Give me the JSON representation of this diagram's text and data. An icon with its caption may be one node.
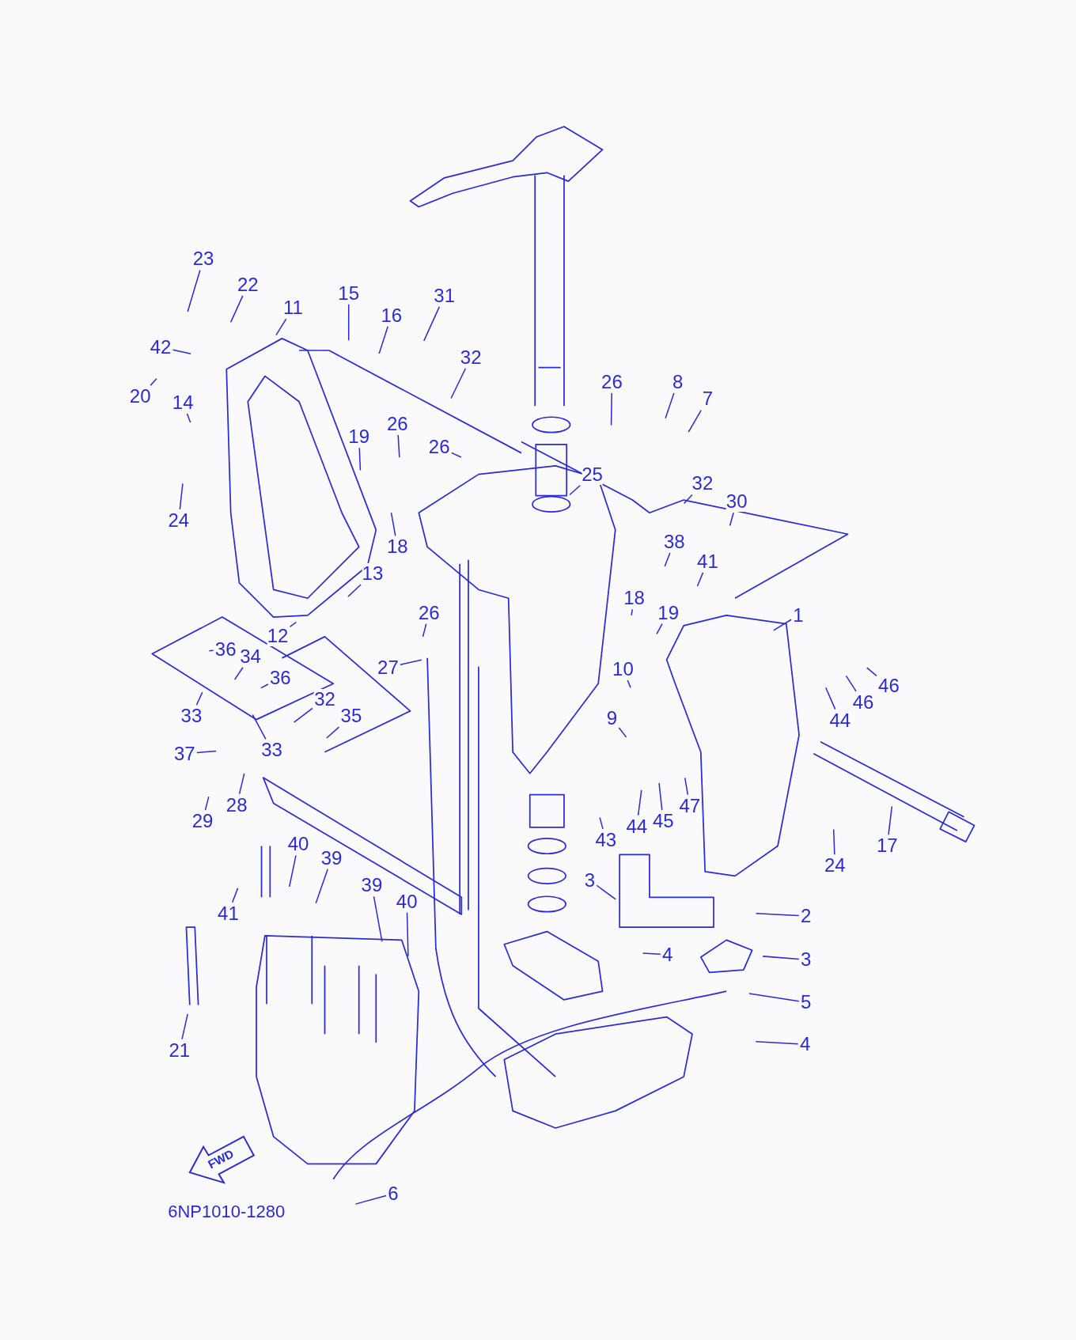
{
  "diagram": {
    "nodes": [
      {
        "text": [
          "23"
        ]
      },
      {
        "text": [
          "22"
        ]
      },
      {
        "text": [
          "11"
        ]
      },
      {
        "text": [
          "15"
        ]
      },
      {
        "text": [
          "16"
        ]
      },
      {
        "text": [
          "31"
        ]
      },
      {
        "text": [
          "32"
        ]
      },
      {
        "text": [
          "42"
        ]
      },
      {
        "text": [
          "20"
        ]
      },
      {
        "text": [
          "14"
        ]
      },
      {
        "text": [
          "19"
        ]
      },
      {
        "text": [
          "26"
        ]
      },
      {
        "text": [
          "26"
        ]
      },
      {
        "text": [
          "26"
        ]
      },
      {
        "text": [
          "8"
        ]
      },
      {
        "text": [
          "7"
        ]
      },
      {
        "text": [
          "24"
        ]
      },
      {
        "text": [
          "18"
        ]
      },
      {
        "text": [
          "25"
        ]
      },
      {
        "text": [
          "32"
        ]
      },
      {
        "text": [
          "30"
        ]
      },
      {
        "text": [
          "38"
        ]
      },
      {
        "text": [
          "41"
        ]
      },
      {
        "text": [
          "13"
        ]
      },
      {
        "text": [
          "12"
        ]
      },
      {
        "text": [
          "26"
        ]
      },
      {
        "text": [
          "18"
        ]
      },
      {
        "text": [
          "19"
        ]
      },
      {
        "text": [
          "1"
        ]
      },
      {
        "text": [
          "36"
        ]
      },
      {
        "text": [
          "34"
        ]
      },
      {
        "text": [
          "36"
        ]
      },
      {
        "text": [
          "27"
        ]
      },
      {
        "text": [
          "10"
        ]
      },
      {
        "text": [
          "44"
        ]
      },
      {
        "text": [
          "46"
        ]
      },
      {
        "text": [
          "46"
        ]
      },
      {
        "text": [
          "33"
        ]
      },
      {
        "text": [
          "32"
        ]
      },
      {
        "text": [
          "35"
        ]
      },
      {
        "text": [
          "33"
        ]
      },
      {
        "text": [
          "9"
        ]
      },
      {
        "text": [
          "37"
        ]
      },
      {
        "text": [
          "47"
        ]
      },
      {
        "text": [
          "28"
        ]
      },
      {
        "text": [
          "29"
        ]
      },
      {
        "text": [
          "43"
        ]
      },
      {
        "text": [
          "44"
        ]
      },
      {
        "text": [
          "45"
        ]
      },
      {
        "text": [
          "24"
        ]
      },
      {
        "text": [
          "17"
        ]
      },
      {
        "text": [
          "40"
        ]
      },
      {
        "text": [
          "39"
        ]
      },
      {
        "text": [
          "41"
        ]
      },
      {
        "text": [
          "39"
        ]
      },
      {
        "text": [
          "40"
        ]
      },
      {
        "text": [
          "3"
        ]
      },
      {
        "text": [
          "2"
        ]
      },
      {
        "text": [
          "4"
        ]
      },
      {
        "text": [
          "3"
        ]
      },
      {
        "text": [
          "5"
        ]
      },
      {
        "text": [
          "4"
        ]
      },
      {
        "text": [
          "21"
        ]
      },
      {
        "text": [
          "6"
        ]
      }
    ],
    "edges": [
      {
        "from": 0,
        "to": null,
        "arrow": "none"
      },
      {
        "from": 1,
        "to": null,
        "arrow": "none"
      },
      {
        "from": 2,
        "to": null,
        "arrow": "none"
      },
      {
        "from": 3,
        "to": null,
        "arrow": "none"
      },
      {
        "from": 4,
        "to": null,
        "arrow": "none"
      },
      {
        "from": 5,
        "to": null,
        "arrow": "none"
      },
      {
        "from": 6,
        "to": null,
        "arrow": "none"
      },
      {
        "from": 7,
        "to": null,
        "arrow": "none"
      },
      {
        "from": 8,
        "to": null,
        "arrow": "none"
      },
      {
        "from": 9,
        "to": null,
        "arrow": "none"
      },
      {
        "from": 10,
        "to": null,
        "arrow": "none"
      },
      {
        "from": 11,
        "to": null,
        "arrow": "none"
      },
      {
        "from": 12,
        "to": null,
        "arrow": "none"
      },
      {
        "from": 13,
        "to": null,
        "arrow": "none"
      },
      {
        "from": 14,
        "to": null,
        "arrow": "none"
      },
      {
        "from": 15,
        "to": null,
        "arrow": "none"
      },
      {
        "from": 16,
        "to": null,
        "arrow": "none"
      },
      {
        "from": 17,
        "to": null,
        "arrow": "none"
      },
      {
        "from": 18,
        "to": null,
        "arrow": "none"
      },
      {
        "from": 19,
        "to": null,
        "arrow": "none"
      },
      {
        "from": 20,
        "to": null,
        "arrow": "none"
      },
      {
        "from": 21,
        "to": null,
        "arrow": "none"
      },
      {
        "from": 22,
        "to": null,
        "arrow": "none"
      },
      {
        "from": 23,
        "to": null,
        "arrow": "none"
      },
      {
        "from": 24,
        "to": null,
        "arrow": "none"
      },
      {
        "from": 25,
        "to": null,
        "arrow": "none"
      },
      {
        "from": 26,
        "to": null,
        "arrow": "none"
      },
      {
        "from": 27,
        "to": null,
        "arrow": "none"
      },
      {
        "from": 28,
        "to": null,
        "arrow": "none"
      },
      {
        "from": 29,
        "to": null,
        "arrow": "none"
      },
      {
        "from": 30,
        "to": null,
        "arrow": "none"
      },
      {
        "from": 31,
        "to": null,
        "arrow": "none"
      },
      {
        "from": 32,
        "to": null,
        "arrow": "none"
      },
      {
        "from": 33,
        "to": null,
        "arrow": "none"
      },
      {
        "from": 34,
        "to": null,
        "arrow": "none"
      },
      {
        "from": 35,
        "to": null,
        "arrow": "none"
      },
      {
        "from": 36,
        "to": null,
        "arrow": "none"
      },
      {
        "from": 37,
        "to": null,
        "arrow": "none"
      },
      {
        "from": 38,
        "to": null,
        "arrow": "none"
      },
      {
        "from": 39,
        "to": null,
        "arrow": "none"
      },
      {
        "from": 40,
        "to": null,
        "arrow": "none"
      },
      {
        "from": 41,
        "to": null,
        "arrow": "none"
      },
      {
        "from": 42,
        "to": null,
        "arrow": "none"
      },
      {
        "from": 43,
        "to": null,
        "arrow": "none"
      },
      {
        "from": 44,
        "to": null,
        "arrow": "none"
      },
      {
        "from": 45,
        "to": null,
        "arrow": "none"
      },
      {
        "from": 46,
        "to": null,
        "arrow": "none"
      },
      {
        "from": 47,
        "to": null,
        "arrow": "none"
      },
      {
        "from": 48,
        "to": null,
        "arrow": "none"
      },
      {
        "from": 49,
        "to": null,
        "arrow": "none"
      },
      {
        "from": 50,
        "to": null,
        "arrow": "none"
      },
      {
        "from": 51,
        "to": null,
        "arrow": "none"
      },
      {
        "from": 52,
        "to": null,
        "arrow": "none"
      },
      {
        "from": 53,
        "to": null,
        "arrow": "none"
      },
      {
        "from": 54,
        "to": null,
        "arrow": "none"
      },
      {
        "from": 55,
        "to": null,
        "arrow": "none"
      },
      {
        "from": 56,
        "to": null,
        "arrow": "none"
      },
      {
        "from": 57,
        "to": null,
        "arrow": "none"
      },
      {
        "from": 58,
        "to": null,
        "arrow": "none"
      },
      {
        "from": 59,
        "to": null,
        "arrow": "none"
      },
      {
        "from": 60,
        "to": null,
        "arrow": "none"
      },
      {
        "from": 61,
        "to": null,
        "arrow": "none"
      },
      {
        "from": 62,
        "to": null,
        "arrow": "none"
      },
      {
        "from": 63,
        "to": null,
        "arrow": "none"
      }
    ],
    "labels": [
      "FWD",
      "6NP1010-1280"
    ]
  }
}
